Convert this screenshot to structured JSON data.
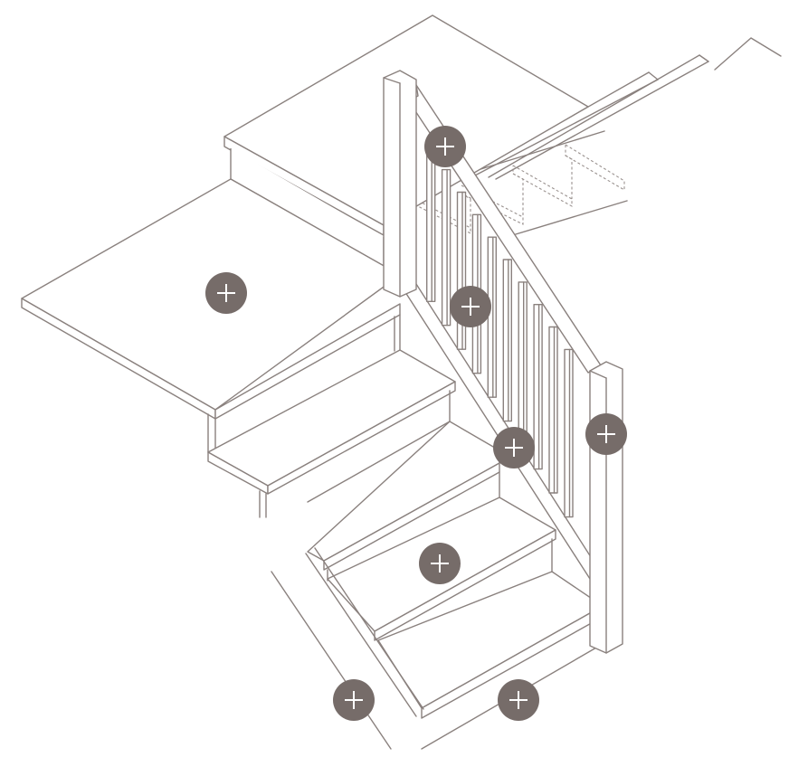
{
  "colors": {
    "line": "#8a817e",
    "hotspot": "#766c69",
    "hotspot_symbol": "#ffffff",
    "background": "#ffffff"
  },
  "hotspots": [
    {
      "name": "hotspot-handrail",
      "part": "handrail",
      "icon": "plus-icon"
    },
    {
      "name": "hotspot-landing",
      "part": "landing",
      "icon": "plus-icon"
    },
    {
      "name": "hotspot-spindles",
      "part": "spindles",
      "icon": "plus-icon"
    },
    {
      "name": "hotspot-newel-post",
      "part": "newel-post",
      "icon": "plus-icon"
    },
    {
      "name": "hotspot-string",
      "part": "string",
      "icon": "plus-icon"
    },
    {
      "name": "hotspot-tread",
      "part": "tread",
      "icon": "plus-icon"
    },
    {
      "name": "hotspot-wall-string",
      "part": "wall-string",
      "icon": "plus-icon"
    },
    {
      "name": "hotspot-riser",
      "part": "riser",
      "icon": "plus-icon"
    }
  ]
}
